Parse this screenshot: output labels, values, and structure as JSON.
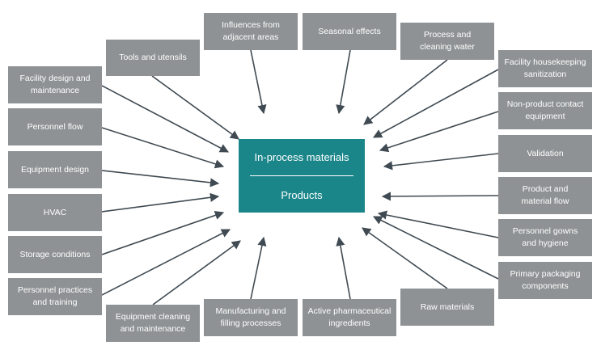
{
  "center": {
    "title": "In-process materials",
    "subtitle": "Products"
  },
  "colors": {
    "box": "#8e9294",
    "center": "#1b868a",
    "arrow": "#3f4a52",
    "text": "#ffffff"
  },
  "nodes": [
    {
      "id": "tools",
      "label": "Tools and utensils"
    },
    {
      "id": "influences",
      "label": "Influences from\nadjacent areas"
    },
    {
      "id": "seasonal",
      "label": "Seasonal effects"
    },
    {
      "id": "process-water",
      "label": "Process and\ncleaning water"
    },
    {
      "id": "facility-design",
      "label": "Facility design and\nmaintenance"
    },
    {
      "id": "personnel-flow",
      "label": "Personnel flow"
    },
    {
      "id": "equipment-design",
      "label": "Equipment design"
    },
    {
      "id": "hvac",
      "label": "HVAC"
    },
    {
      "id": "storage",
      "label": "Storage conditions"
    },
    {
      "id": "personnel-practices",
      "label": "Personnel practices\nand training"
    },
    {
      "id": "equipment-cleaning",
      "label": "Equipment cleaning\nand maintenance"
    },
    {
      "id": "manufacturing",
      "label": "Manufacturing and\nfilling processes"
    },
    {
      "id": "api",
      "label": "Active pharmaceutical\ningredients"
    },
    {
      "id": "raw-materials",
      "label": "Raw materials"
    },
    {
      "id": "housekeeping",
      "label": "Facility housekeeping\nsanitization"
    },
    {
      "id": "non-product",
      "label": "Non-product contact\nequipment"
    },
    {
      "id": "validation",
      "label": "Validation"
    },
    {
      "id": "product-flow",
      "label": "Product and\nmaterial flow"
    },
    {
      "id": "gowns",
      "label": "Personnel gowns\nand hygiene"
    },
    {
      "id": "packaging",
      "label": "Primary packaging\ncomponents"
    }
  ]
}
